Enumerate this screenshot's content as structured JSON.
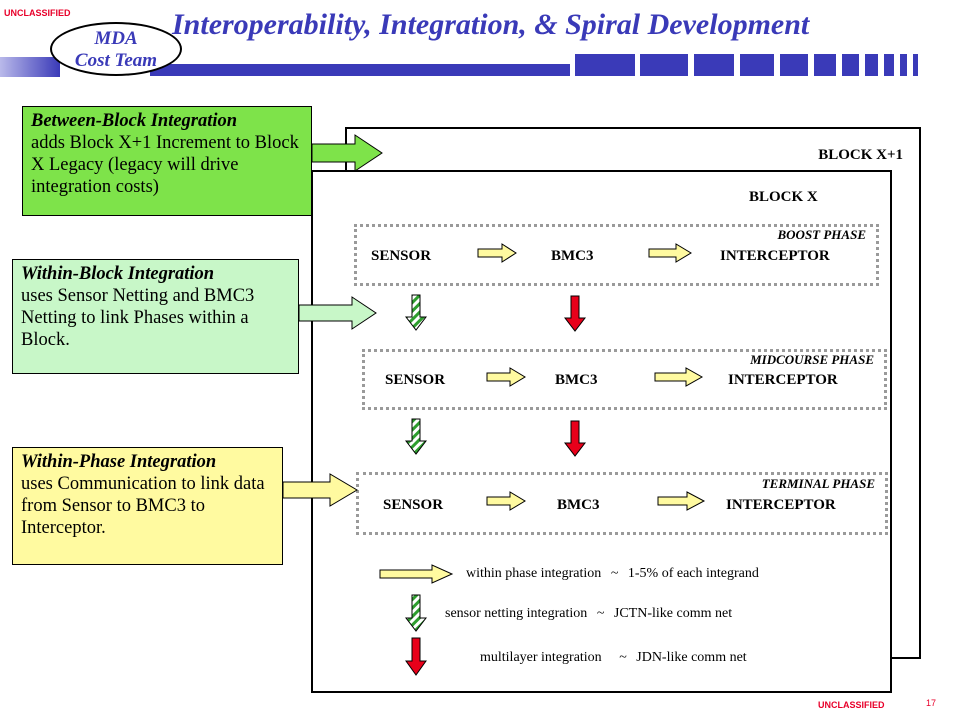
{
  "header": {
    "classification_top": "UNCLASSIFIED",
    "title": "Interoperability, Integration, & Spiral Development",
    "logo_line1": "MDA",
    "logo_line2": "Cost Team"
  },
  "callouts": [
    {
      "title": "Between-Block Integration",
      "body": "adds Block X+1 Increment to Block X Legacy (legacy will drive integration costs)",
      "color": "#7ee34a"
    },
    {
      "title": "Within-Block Integration",
      "body": "uses Sensor Netting and BMC3 Netting to link Phases within a Block.",
      "color": "#c8f7c8"
    },
    {
      "title": "Within-Phase Integration",
      "body": "uses Communication to link data from Sensor to BMC3 to Interceptor.",
      "color": "#fffaa0"
    }
  ],
  "blocks": {
    "outer": "BLOCK  X+1",
    "inner": "BLOCK  X"
  },
  "phases": [
    {
      "name": "BOOST PHASE",
      "sensor": "SENSOR",
      "bmc3": "BMC3",
      "interceptor": "INTERCEPTOR"
    },
    {
      "name": "MIDCOURSE  PHASE",
      "sensor": "SENSOR",
      "bmc3": "BMC3",
      "interceptor": "INTERCEPTOR"
    },
    {
      "name": "TERMINAL  PHASE",
      "sensor": "SENSOR",
      "bmc3": "BMC3",
      "interceptor": "INTERCEPTOR"
    }
  ],
  "legend": [
    {
      "text": "within phase integration",
      "sep": "~",
      "desc": "1-5% of each integrand",
      "icon": "yellow-arrow-icon"
    },
    {
      "text": "sensor netting integration",
      "sep": "~",
      "desc": "JCTN-like comm net",
      "icon": "green-striped-arrow-icon"
    },
    {
      "text": "multilayer integration",
      "sep": "~",
      "desc": "JDN-like comm net",
      "icon": "red-arrow-icon"
    }
  ],
  "footer": {
    "classification_bottom": "UNCLASSIFIED",
    "page_number": "17"
  },
  "colors": {
    "title": "#3a3ab8",
    "classification": "#e8002a",
    "yellow_arrow": "#fffaa0",
    "red_arrow": "#e8001a",
    "green_arrow": "#2e9e2e"
  }
}
